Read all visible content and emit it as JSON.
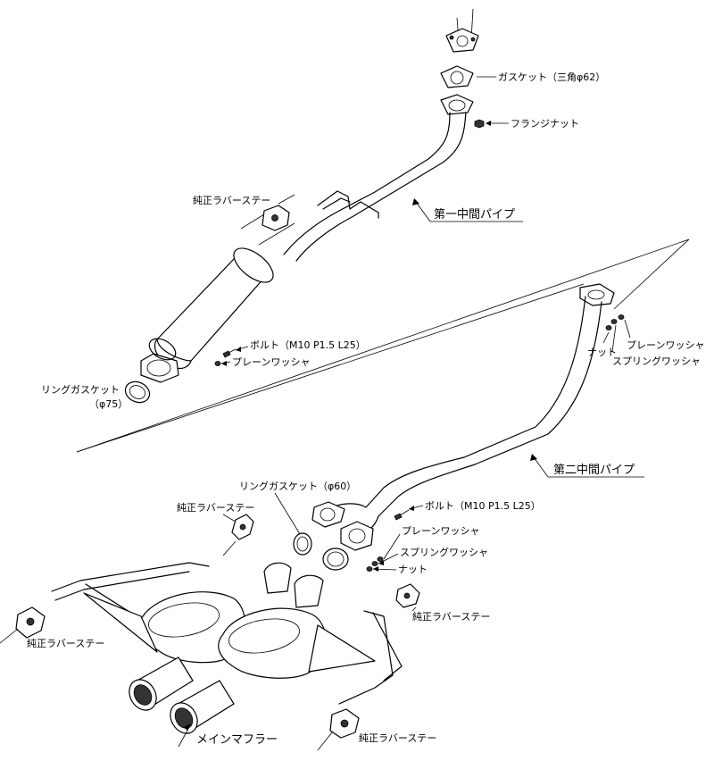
{
  "labels": {
    "gasket_triangle": "ガスケット（三角φ62）",
    "flange_nut": "フランジナット",
    "rubber_stay_top": "純正ラバーステー",
    "first_pipe": "第一中間パイプ",
    "bolt_m10_top": "ボルト（M10 P1.5 L25）",
    "plain_washer_top": "プレーンワッシャ",
    "ring_gasket_75_a": "リングガスケット",
    "ring_gasket_75_b": "（φ75）",
    "plain_washer_right": "プレーンワッシャ",
    "spring_washer_right": "スプリングワッシャ",
    "nut_right": "ナット",
    "second_pipe": "第二中間パイプ",
    "ring_gasket_60": "リングガスケット（φ60）",
    "bolt_m10_mid": "ボルト（M10 P1.5 L25）",
    "rubber_stay_mid": "純正ラバーステー",
    "plain_washer_mid": "プレーンワッシャ",
    "spring_washer_mid": "スプリングワッシャ",
    "nut_mid": "ナット",
    "rubber_stay_left": "純正ラバーステー",
    "rubber_stay_right_mid": "純正ラバーステー",
    "main_muffler": "メインマフラー",
    "rubber_stay_bottom": "純正ラバーステー"
  }
}
